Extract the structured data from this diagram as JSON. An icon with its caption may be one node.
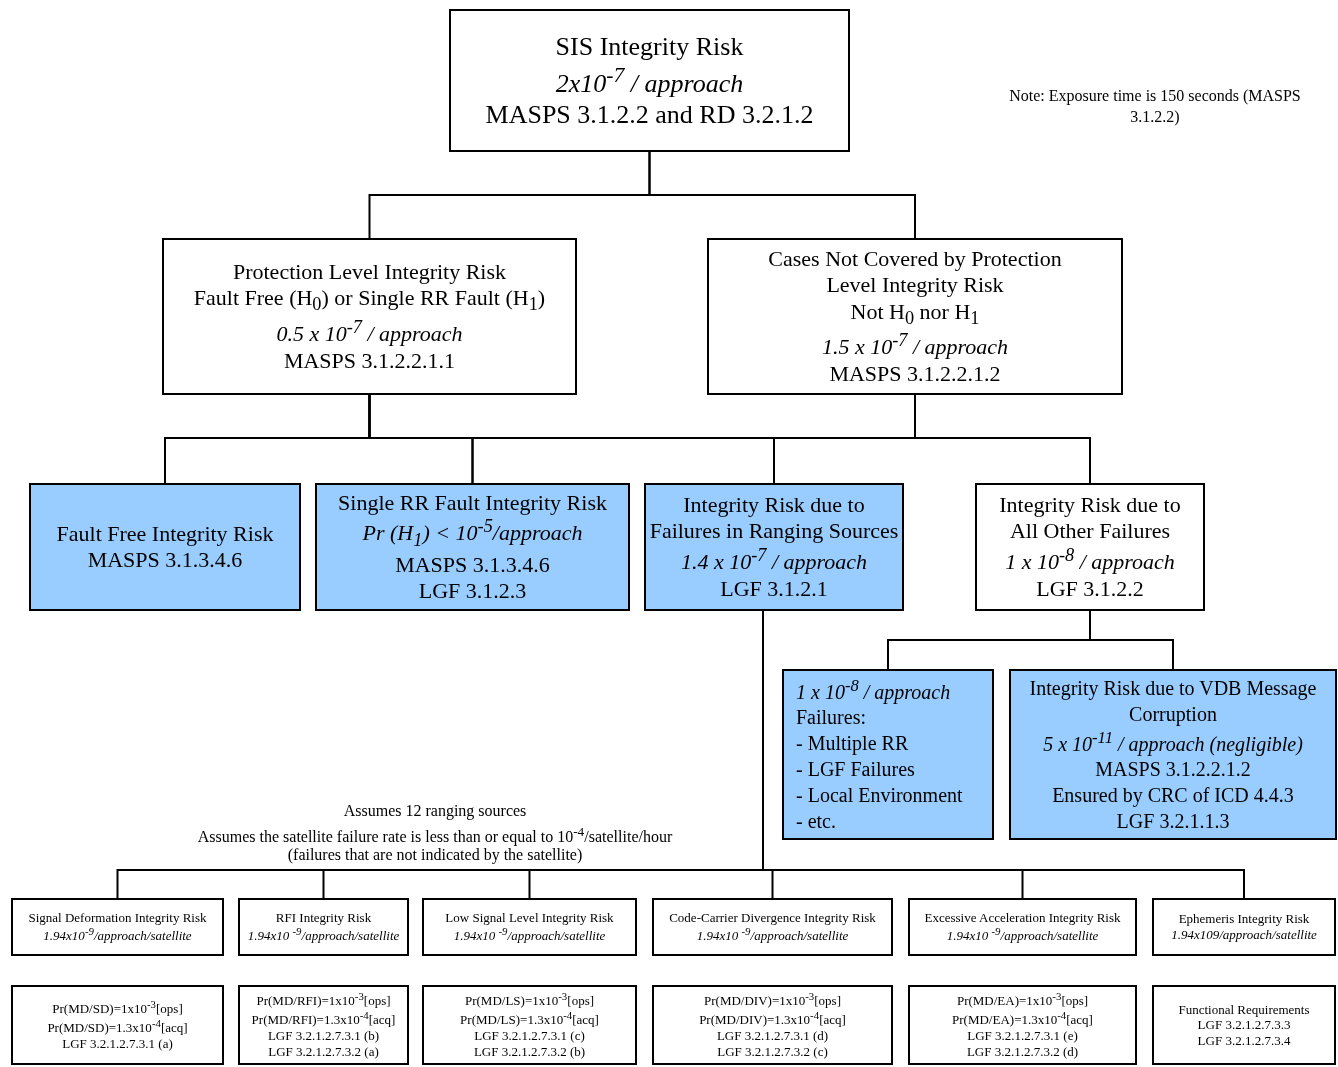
{
  "diagram": {
    "nodes": [
      {
        "text": [
          "SIS Integrity Risk",
          "2x10$^{-7}$ / approach",
          "MASPS 3.1.2.2 and RD 3.2.1.2"
        ]
      },
      {
        "text": [
          "Protection Level Integrity Risk",
          "Fault Free (H$_{0}$) or Single RR Fault (H$_{1}$)",
          "0.5 x 10$^{-7}$ / approach",
          "MASPS 3.1.2.2.1.1"
        ]
      },
      {
        "text": [
          "Cases Not Covered by Protection Level Integrity Risk",
          "Not H$_{0}$ nor H$_{1}$",
          "1.5 x 10$^{-7}$ / approach",
          "MASPS 3.1.2.2.1.2"
        ]
      },
      {
        "text": [
          "Fault Free Integrity Risk",
          "MASPS 3.1.3.4.6"
        ]
      },
      {
        "text": [
          "Single RR Fault Integrity Risk",
          "Pr (H$_{1}$) < 10$^{-5}$/approach",
          "MASPS 3.1.3.4.6",
          "LGF 3.1.2.3"
        ]
      },
      {
        "text": [
          "Integrity Risk due to Failures in Ranging Sources",
          "1.4 x 10$^{-7}$ / approach",
          "LGF 3.1.2.1"
        ]
      },
      {
        "text": [
          "Integrity Risk due to All Other Failures",
          "1 x 10$^{-8}$ / approach",
          "LGF 3.1.2.2"
        ]
      },
      {
        "text": [
          "1 x 10$^{-8}$ / approach",
          "Failures:",
          "- Multiple RR",
          "- LGF Failures",
          "- Local Environment",
          "- etc."
        ]
      },
      {
        "text": [
          "Integrity Risk due to VDB Message Corruption",
          "5 x 10$^{-11}$ / approach (negligible)",
          "MASPS 3.1.2.2.1.2",
          "Ensured by CRC of ICD 4.4.3",
          "LGF 3.2.1.1.3"
        ]
      },
      {
        "text": [
          "Signal Deformation Integrity Risk",
          "1.94x10$^{-9}$/approach/satellite"
        ]
      },
      {
        "text": [
          "RFI Integrity Risk",
          "1.94x10 $^{-9}$/approach/satellite"
        ]
      },
      {
        "text": [
          "Low Signal Level Integrity Risk",
          "1.94x10 $^{-9}$/approach/satellite"
        ]
      },
      {
        "text": [
          "Code-Carrier Divergence Integrity Risk",
          "1.94x10 $^{-9}$/approach/satellite"
        ]
      },
      {
        "text": [
          "Excessive Acceleration Integrity Risk",
          "1.94x10 $^{-9}$/approach/satellite"
        ]
      },
      {
        "text": [
          "Ephemeris Integrity Risk",
          "1.94x109/approach/satellite"
        ]
      },
      {
        "text": [
          "Pr(MD/SD)=1x10$^{-3}$[ops]",
          "Pr(MD/SD)=1.3x10$^{-4}$[acq]",
          "LGF 3.2.1.2.7.3.1 (a)"
        ]
      },
      {
        "text": [
          "Pr(MD/RFI)=1x10$^{-3}$[ops]",
          "Pr(MD/RFI)=1.3x10$^{-4}$[acq]",
          "LGF 3.2.1.2.7.3.1 (b)",
          "LGF 3.2.1.2.7.3.2 (a)"
        ]
      },
      {
        "text": [
          "Pr(MD/LS)=1x10$^{-3}$[ops]",
          "Pr(MD/LS)=1.3x10$^{-4}$[acq]",
          "LGF 3.2.1.2.7.3.1 (c)",
          "LGF 3.2.1.2.7.3.2 (b)"
        ]
      },
      {
        "text": [
          "Pr(MD/DIV)=1x10$^{-3}$[ops]",
          "Pr(MD/DIV)=1.3x10$^{-4}$[acq]",
          "LGF 3.2.1.2.7.3.1 (d)",
          "LGF 3.2.1.2.7.3.2 (c)"
        ]
      },
      {
        "text": [
          "Pr(MD/EA)=1x10$^{-3}$[ops]",
          "Pr(MD/EA)=1.3x10$^{-4}$[acq]",
          "LGF 3.2.1.2.7.3.1 (e)",
          "LGF 3.2.1.2.7.3.2 (d)"
        ]
      },
      {
        "text": [
          "Functional Requirements",
          "LGF 3.2.1.2.7.3.3",
          "LGF 3.2.1.2.7.3.4"
        ]
      }
    ],
    "edges": [
      {
        "from": 0,
        "to": 1,
        "arrow": "none"
      },
      {
        "from": 0,
        "to": 2,
        "arrow": "none"
      },
      {
        "from": 1,
        "to": 3,
        "arrow": "none"
      },
      {
        "from": 1,
        "to": 4,
        "arrow": "none"
      },
      {
        "from": 1,
        "to": 5,
        "arrow": "none"
      },
      {
        "from": 1,
        "to": 6,
        "arrow": "none"
      },
      {
        "from": 2,
        "to": 3,
        "arrow": "none"
      },
      {
        "from": 2,
        "to": 4,
        "arrow": "none"
      },
      {
        "from": 2,
        "to": 5,
        "arrow": "none"
      },
      {
        "from": 2,
        "to": 6,
        "arrow": "none"
      },
      {
        "from": 6,
        "to": 7,
        "arrow": "none"
      },
      {
        "from": 6,
        "to": 8,
        "arrow": "none"
      },
      {
        "from": 5,
        "to": 9,
        "arrow": "none"
      },
      {
        "from": 5,
        "to": 10,
        "arrow": "none"
      },
      {
        "from": 5,
        "to": 11,
        "arrow": "none"
      },
      {
        "from": 5,
        "to": 12,
        "arrow": "none"
      },
      {
        "from": 5,
        "to": 13,
        "arrow": "none"
      },
      {
        "from": 5,
        "to": 14,
        "arrow": "none"
      }
    ],
    "labels": [
      "Note: Exposure time is 150 seconds (MASPS 3.1.2.2)",
      "Assumes 12 ranging sources",
      "Assumes the satellite failure rate is less than or equal to 10$^{-4}$/satellite/hour",
      "(failures that are not indicated by the satellite)"
    ]
  }
}
